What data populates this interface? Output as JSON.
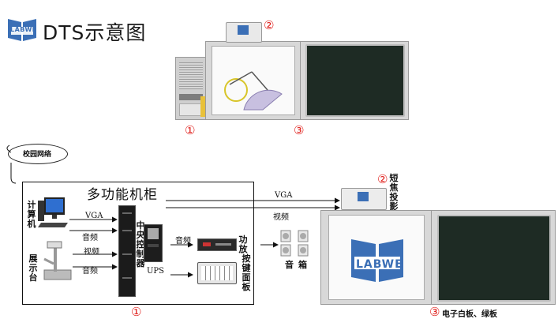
{
  "header": {
    "logo_text": "LABWE",
    "title": "DTS示意图"
  },
  "top_scene": {
    "markers": [
      "①",
      "②",
      "③"
    ]
  },
  "network": {
    "label": "校园网络"
  },
  "cabinet": {
    "title": "多功能机柜",
    "marker": "①",
    "computer_label": "计算机",
    "document_camera_label": "展示台",
    "controller_label": "中央控制器",
    "ups_label": "UPS",
    "amplifier_label": "功放",
    "keypad_label": "按键面板",
    "arrow_labels": {
      "computer_vga": "VGA",
      "computer_audio": "音频",
      "camera_video": "视频",
      "camera_audio": "音频",
      "to_amp_audio": "音频"
    }
  },
  "bottom_scene": {
    "vga_label": "VGA",
    "video_label": "视频",
    "projector_marker": "②",
    "projector_label": "短焦投影仪",
    "speakers_label": "音箱",
    "board_logo": "LABWE",
    "board_marker": "③",
    "board_label": "电子白板、绿板"
  },
  "colors": {
    "marker_red": "#e0201c",
    "logo_blue": "#3b6fb6",
    "logo_yellow": "#f2c400",
    "chalkboard": "#1e2b24"
  }
}
